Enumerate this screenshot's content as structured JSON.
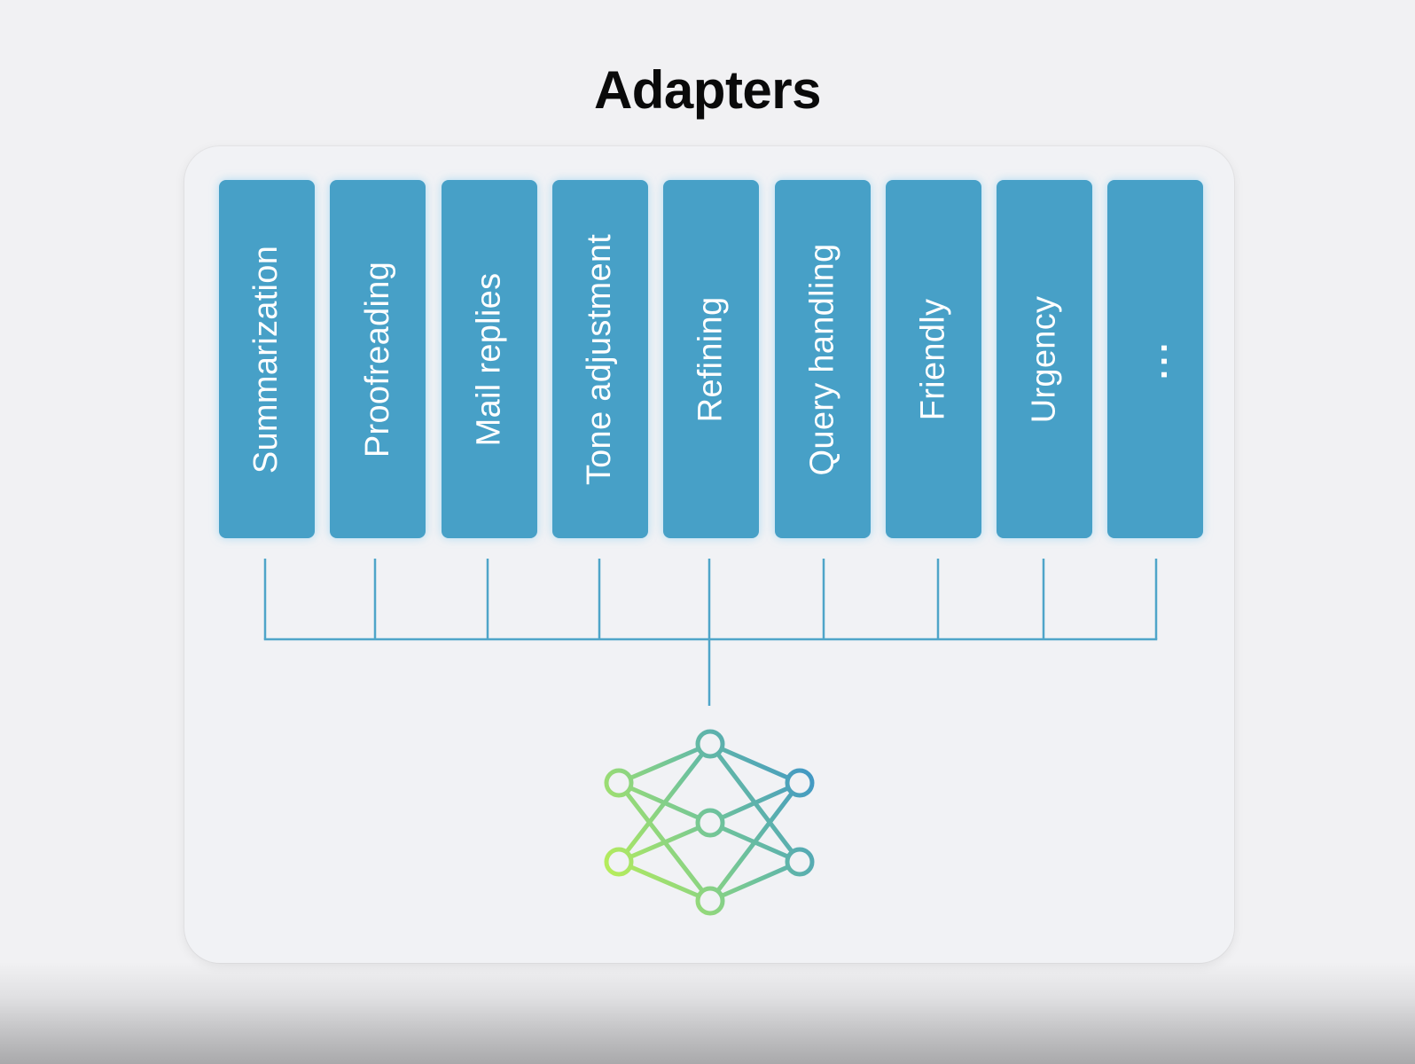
{
  "title": "Adapters",
  "adapters": [
    {
      "label": "Summarization"
    },
    {
      "label": "Proofreading"
    },
    {
      "label": "Mail replies"
    },
    {
      "label": "Tone adjustment"
    },
    {
      "label": "Refining"
    },
    {
      "label": "Query handling"
    },
    {
      "label": "Friendly"
    },
    {
      "label": "Urgency"
    },
    {
      "label": "..."
    }
  ],
  "colors": {
    "adapter_fill": "#47a0c7",
    "connector_line": "#4fa5c9",
    "network_gradient_start": "#b5ec5c",
    "network_gradient_end": "#3e94c8"
  },
  "icons": {
    "base_model": "neural-network-icon"
  }
}
